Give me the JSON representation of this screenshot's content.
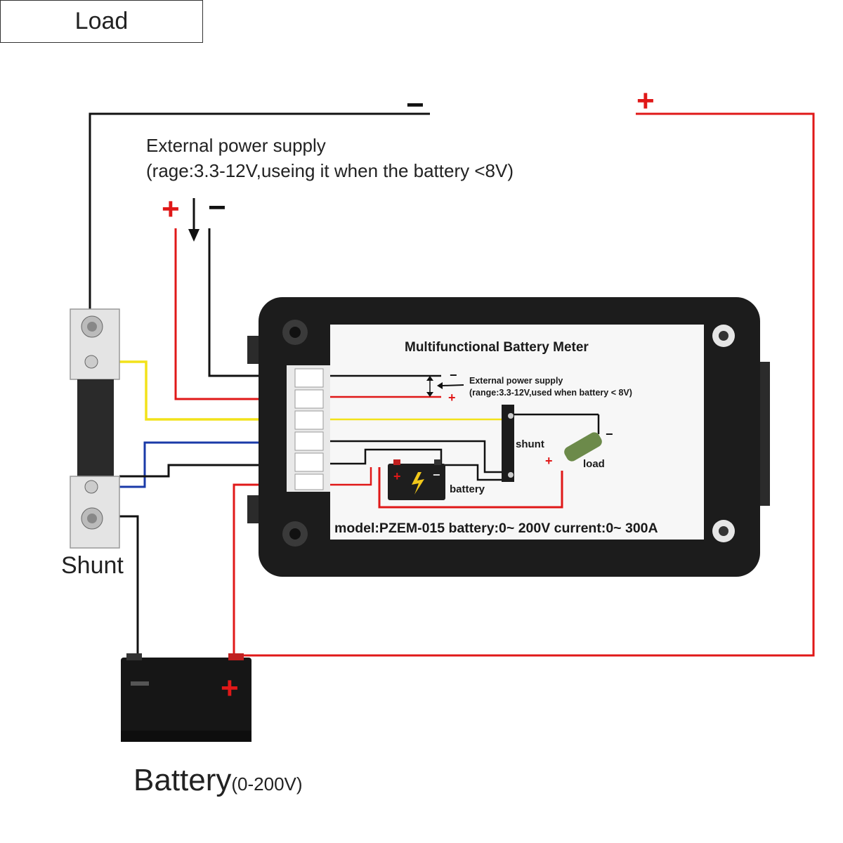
{
  "load_label": "Load",
  "external_supply": {
    "line1": "External power supply",
    "line2": "(rage:3.3-12V,useing it when the battery <8V)"
  },
  "shunt_label": "Shunt",
  "battery_label": "Battery",
  "battery_range": "(0-200V)",
  "polarity": {
    "plus": "+",
    "minus": "−"
  },
  "panel": {
    "title": "Multifunctional Battery Meter",
    "ext_line1": "External power supply",
    "ext_line2": "(range:3.3-12V,used when battery < 8V)",
    "shunt": "shunt",
    "load": "load",
    "battery": "battery",
    "model_line": "model:PZEM-015 battery:0~ 200V current:0~ 300A"
  },
  "colors": {
    "positive_wire": "#e01818",
    "negative_wire": "#111111",
    "sense_wire_yellow": "#f2e21a",
    "sense_wire_blue": "#1a3aa8",
    "meter_body": "#1c1c1c"
  }
}
